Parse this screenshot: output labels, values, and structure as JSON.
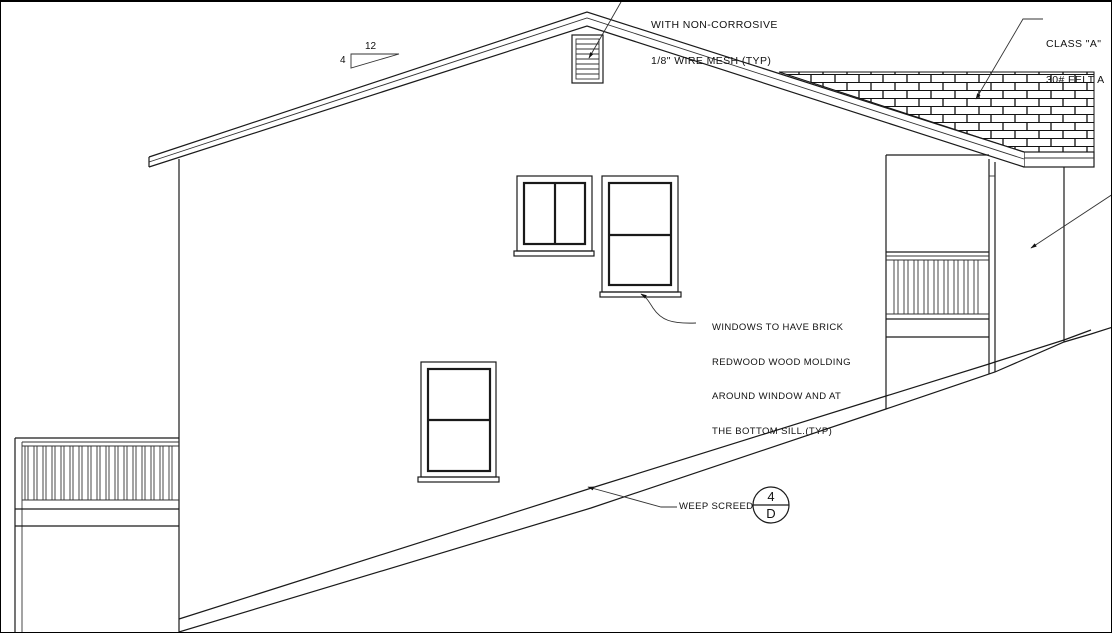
{
  "drawing": {
    "type": "exterior building elevation",
    "stroke_color": "#1a1a1a",
    "background_color": "#ffffff"
  },
  "annotations": {
    "vent_note": {
      "line1": "WITH NON-CORROSIVE",
      "line2": "1/8\" WIRE MESH (TYP)"
    },
    "roof_note": {
      "line1": "CLASS \"A\"",
      "line2": "30# FELT A"
    },
    "window_note": {
      "line1": "WINDOWS TO HAVE BRICK",
      "line2": "REDWOOD WOOD MOLDING",
      "line3": "AROUND WINDOW AND AT",
      "line4": "THE BOTTOM SILL.(TYP)"
    },
    "weep_screed_note": {
      "label": "WEEP SCREED",
      "detail_tag_top": "4",
      "detail_tag_bottom": "D"
    },
    "roof_slope": {
      "rise": "4",
      "run": "12"
    }
  },
  "elements": {
    "windows": [
      {
        "id": "upper-left",
        "type": "slider",
        "panes": 2
      },
      {
        "id": "upper-right",
        "type": "single-hung",
        "panes": 2
      },
      {
        "id": "lower",
        "type": "single-hung",
        "panes": 2
      }
    ],
    "railings": [
      {
        "id": "left-deck-railing"
      },
      {
        "id": "right-porch-railing"
      }
    ],
    "roof": {
      "material_pattern": "shingle/brick pattern",
      "vent": "gable vent"
    }
  }
}
